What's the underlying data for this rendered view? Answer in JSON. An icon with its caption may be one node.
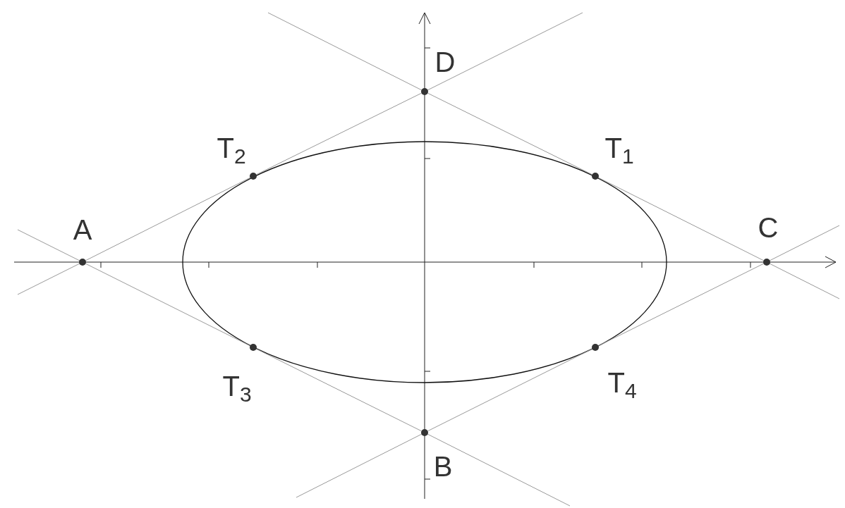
{
  "diagram": {
    "nodes": [
      {
        "text": [],
        "shape": "circle",
        "beside": [
          "A"
        ]
      },
      {
        "text": [],
        "shape": "circle",
        "beside": [
          "B"
        ]
      },
      {
        "text": [],
        "shape": "circle",
        "beside": [
          "C"
        ]
      },
      {
        "text": [],
        "shape": "circle",
        "beside": [
          "D"
        ]
      },
      {
        "text": [],
        "shape": "circle",
        "beside": [
          "T$_{1}$"
        ]
      },
      {
        "text": [],
        "shape": "circle",
        "beside": [
          "T$_{2}$"
        ]
      },
      {
        "text": [],
        "shape": "circle",
        "beside": [
          "T$_{3}$"
        ]
      },
      {
        "text": [],
        "shape": "circle",
        "beside": [
          "T$_{4}$"
        ]
      }
    ],
    "edges": [
      {
        "from": 0,
        "to": 5,
        "arrow": "none"
      },
      {
        "from": 5,
        "to": 3,
        "arrow": "none"
      },
      {
        "from": 3,
        "to": 4,
        "arrow": "none"
      },
      {
        "from": 4,
        "to": 2,
        "arrow": "none"
      },
      {
        "from": 2,
        "to": 7,
        "arrow": "none"
      },
      {
        "from": 7,
        "to": 1,
        "arrow": "none"
      },
      {
        "from": 1,
        "to": 6,
        "arrow": "none"
      },
      {
        "from": 6,
        "to": 0,
        "arrow": "none"
      }
    ]
  }
}
